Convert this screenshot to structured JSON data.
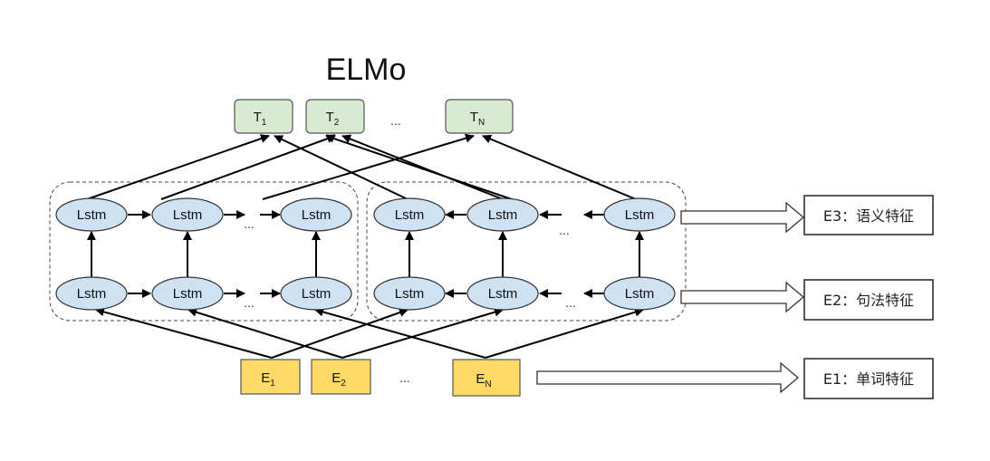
{
  "diagram": {
    "title": "ELMo",
    "outputs": [
      {
        "label": "T",
        "sub": "1"
      },
      {
        "label": "T",
        "sub": "2"
      },
      {
        "label": "T",
        "sub": "N"
      }
    ],
    "inputs": [
      {
        "label": "E",
        "sub": "1"
      },
      {
        "label": "E",
        "sub": "2"
      },
      {
        "label": "E",
        "sub": "N"
      }
    ],
    "ellipsis": "...",
    "lstm_label": "Lstm",
    "features": [
      {
        "id": "E3",
        "label": "E3：语义特征"
      },
      {
        "id": "E2",
        "label": "E2：句法特征"
      },
      {
        "id": "E1",
        "label": "E1：单词特征"
      }
    ],
    "colors": {
      "lstm_fill": "#cfe2f3",
      "output_fill": "#d9ead3",
      "input_fill": "#ffd966"
    }
  }
}
